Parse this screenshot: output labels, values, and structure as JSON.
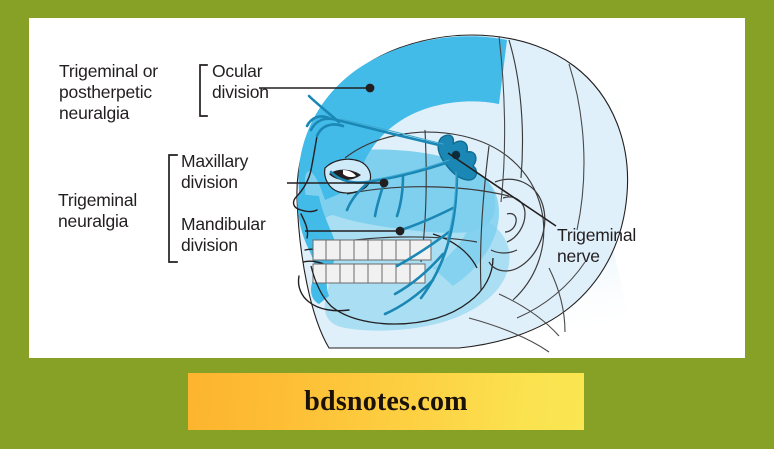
{
  "figure": {
    "title": "Trigeminal nerve divisions and associated neuralgias",
    "labels": {
      "postherpetic_neuralgia": "Trigeminal or\npostherpetic\nneuralgia",
      "trigeminal_neuralgia": "Trigeminal\nneuralgia",
      "ocular_division": "Ocular\ndivision",
      "maxillary_division": "Maxillary\ndivision",
      "mandibular_division": "Mandibular\ndivision",
      "trigeminal_nerve": "Trigeminal\nnerve"
    },
    "colors": {
      "border_green": "#87a026",
      "panel_white": "#ffffff",
      "ocular_region": "#42bbe8",
      "maxillary_region": "#7fd0ee",
      "mandibular_region": "#a9def3",
      "skull_light": "#cfeaf8",
      "scalp_pale": "#d5eef9",
      "nerve_stroke": "#1b87b4",
      "outline": "#231f20",
      "text": "#231f20",
      "banner_start": "#fdb42e",
      "banner_end": "#f9e651",
      "banner_text": "#1a1208"
    },
    "regions": [
      {
        "name": "ocular-division-region",
        "shade": "dark-blue"
      },
      {
        "name": "maxillary-division-region",
        "shade": "medium-blue"
      },
      {
        "name": "mandibular-division-region",
        "shade": "light-blue"
      }
    ],
    "leader_lines": [
      {
        "from": "Ocular division",
        "to": "ocular-division-region",
        "endpoint_marker": "dot"
      },
      {
        "from": "Maxillary division",
        "to": "maxillary-division-region",
        "endpoint_marker": "dot"
      },
      {
        "from": "Mandibular division",
        "to": "mandibular-division-region",
        "endpoint_marker": "dot"
      },
      {
        "from": "Trigeminal nerve",
        "to": "trigeminal-ganglion",
        "endpoint_marker": "line"
      }
    ],
    "brackets": [
      {
        "name": "postherpetic-bracket",
        "groups": [
          "Ocular division"
        ]
      },
      {
        "name": "trigeminal-neuralgia-bracket",
        "groups": [
          "Maxillary division",
          "Mandibular division"
        ]
      }
    ]
  },
  "banner": {
    "site_name": "bdsnotes.com"
  }
}
